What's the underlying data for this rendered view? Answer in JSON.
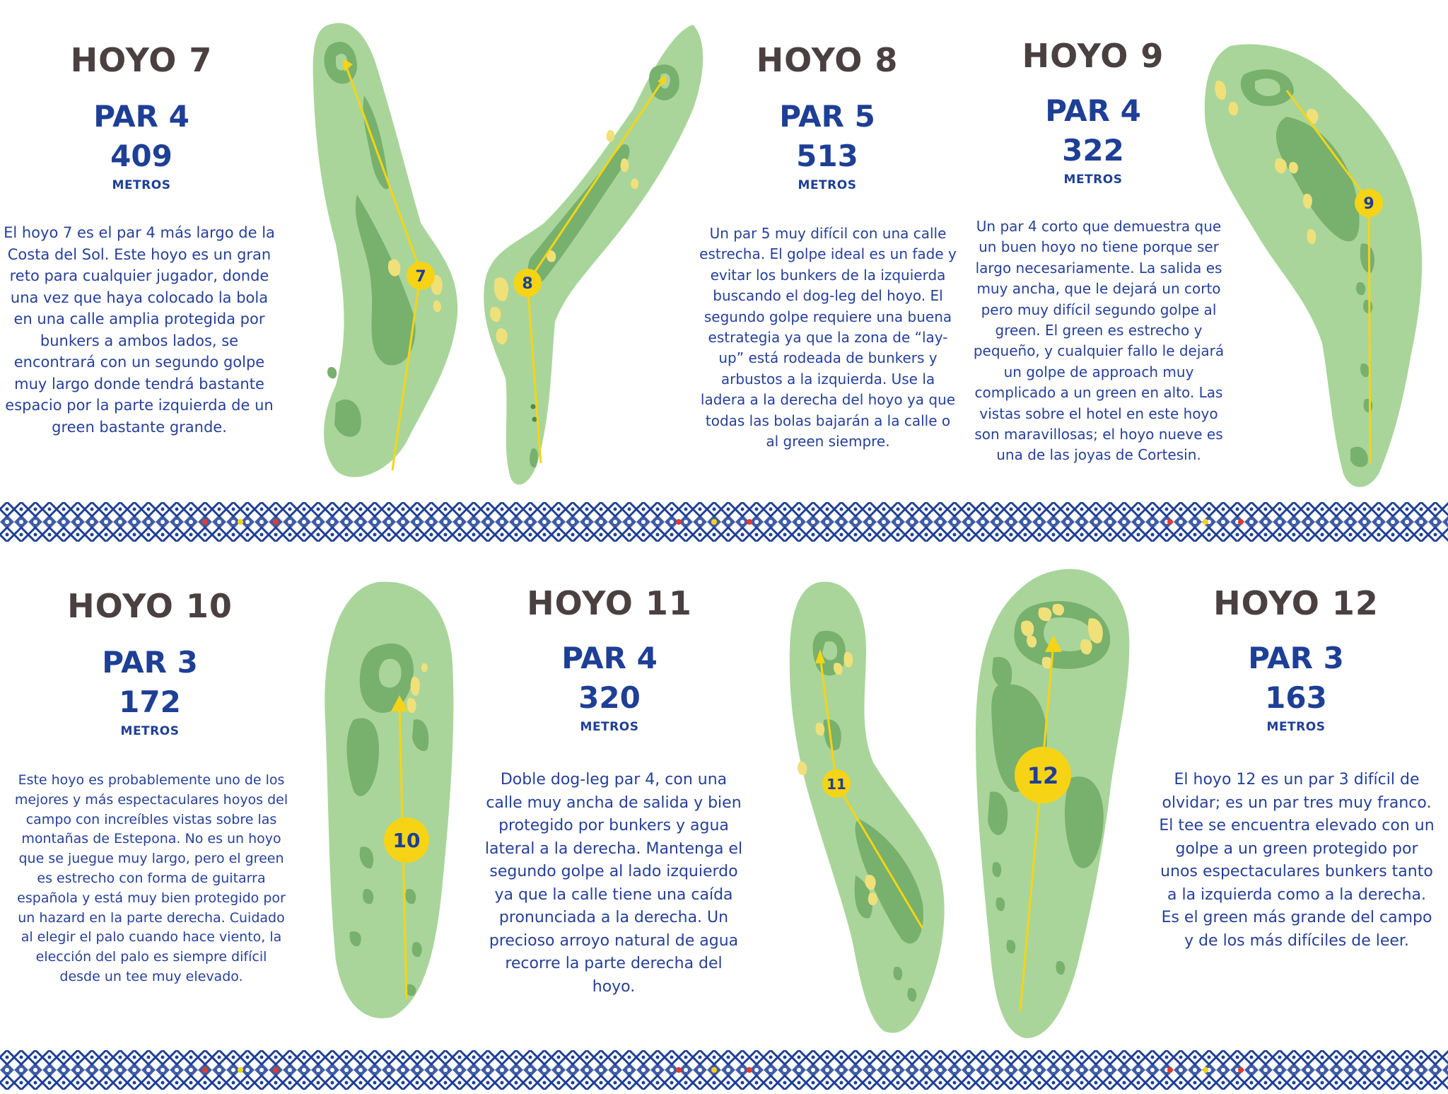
{
  "unit_label": "METROS",
  "colors": {
    "title": "#4a4042",
    "accent_blue": "#1e3f96",
    "light_green": "#a9d59b",
    "dark_green": "#78b06d",
    "marker_yellow": "#f6d415",
    "band_blue": "#1e3f96"
  },
  "holes": [
    {
      "title": "HOYO 7",
      "par": "PAR 4",
      "meters": "409",
      "marker": "7",
      "description": "El hoyo 7 es el par 4 más largo de la Costa del Sol. Este hoyo es un gran reto para cualquier jugador, donde una vez que haya colocado la bola en una calle amplia protegida por bunkers a ambos lados, se encontrará con un segundo golpe muy largo donde tendrá bastante espacio por la parte izquierda de un green bastante grande."
    },
    {
      "title": "HOYO 8",
      "par": "PAR 5",
      "meters": "513",
      "marker": "8",
      "description": "Un par 5 muy difícil con una calle estrecha. El golpe ideal es un fade y evitar los bunkers de la izquierda buscando el dog-leg del hoyo. El segundo golpe requiere una buena estrategia ya que la zona de “lay-up” está rodeada de bunkers y arbustos a la izquierda. Use la ladera a la derecha del hoyo ya que todas las bolas bajarán a la calle o al green siempre."
    },
    {
      "title": "HOYO 9",
      "par": "PAR 4",
      "meters": "322",
      "marker": "9",
      "description": "Un par 4 corto que demuestra que un buen hoyo no tiene porque ser largo necesariamente. La salida es muy ancha, que le dejará un corto pero muy difícil segundo golpe al green. El green es estrecho y pequeño, y cualquier fallo le dejará un golpe de approach muy complicado a un green en alto. Las vistas sobre el hotel en este hoyo son maravillosas; el hoyo nueve es una de las joyas de Cortesin."
    },
    {
      "title": "HOYO 10",
      "par": "PAR 3",
      "meters": "172",
      "marker": "10",
      "description": "Este hoyo es probablemente uno de los mejores y más espectaculares hoyos del campo con increíbles vistas sobre las montañas de Estepona. No es un hoyo que se juegue muy largo, pero el green es estrecho con forma de guitarra española y está muy bien protegido por un hazard en la parte derecha. Cuidado al elegir el palo cuando hace viento, la elección del palo es siempre difícil desde un tee muy elevado."
    },
    {
      "title": "HOYO 11",
      "par": "PAR 4",
      "meters": "320",
      "marker": "11",
      "description": "Doble dog-leg par 4, con una calle muy ancha de salida y bien protegido por bunkers y agua lateral a la derecha. Mantenga el segundo golpe al lado izquierdo ya que la calle tiene una caída pronunciada a la derecha. Un precioso arroyo natural de agua recorre la parte derecha del hoyo."
    },
    {
      "title": "HOYO 12",
      "par": "PAR 3",
      "meters": "163",
      "marker": "12",
      "description": "El hoyo 12 es un par 3 difícil de olvidar; es un par tres muy franco. El tee se encuentra elevado con un golpe a un green protegido por unos espectaculares bunkers tanto a la izquierda como a la derecha. Es el green más grande del campo y de los más difíciles de leer."
    }
  ]
}
